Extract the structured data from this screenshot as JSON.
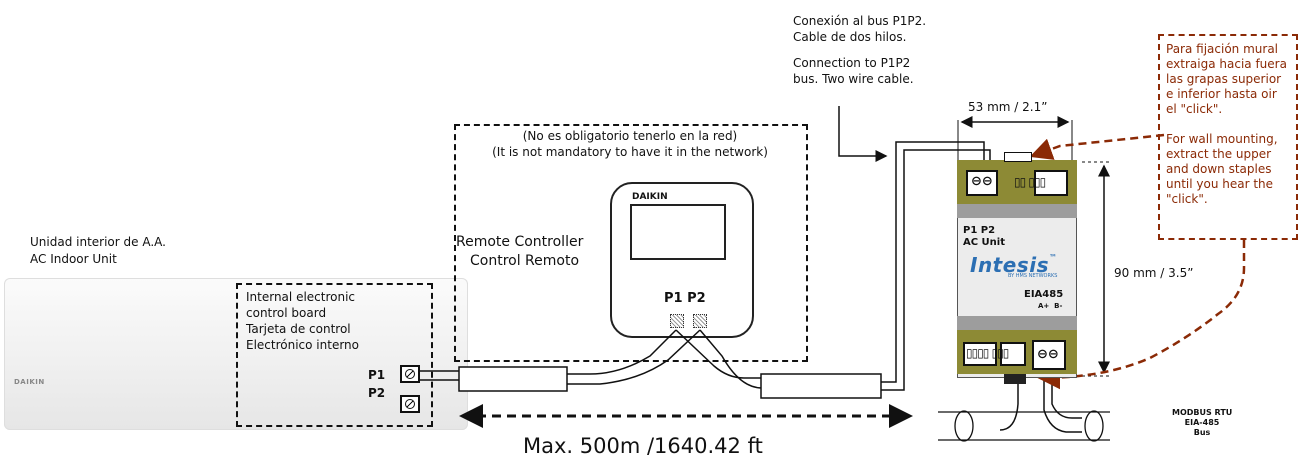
{
  "ac_unit": {
    "label_es": "Unidad interior de A.A.",
    "label_en": "AC Indoor Unit",
    "logo": "DAIKIN"
  },
  "board": {
    "lines": [
      "Internal electronic",
      "control board",
      "Tarjeta de control",
      "Electrónico interno"
    ],
    "terminal_p1": "P1",
    "terminal_p2": "P2"
  },
  "remote": {
    "note_es": "(No es obligatorio tenerlo en la red)",
    "note_en": "(It is not mandatory to have it in the network)",
    "label_en": "Remote Controller",
    "label_es": "Control Remoto",
    "brand": "DAIKIN",
    "terminals": "P1 P2"
  },
  "bus": {
    "label_es_1": "Conexión al bus P1P2.",
    "label_es_2": "Cable de dos hilos.",
    "label_en_1": "Connection to P1P2",
    "label_en_2": "bus. Two wire cable.",
    "max_length": "Max. 500m /1640.42 ft"
  },
  "device": {
    "width_dim": "53 mm / 2.1”",
    "height_dim": "90 mm / 3.5”",
    "port_label_1": "P1 P2",
    "port_label_2": "AC Unit",
    "brand": "Intesis",
    "brand_tm": "™",
    "brand_sub": "BY HMS NETWORKS",
    "eia_label": "EIA485",
    "eia_pins": "A+  B-"
  },
  "modbus": {
    "line1": "MODBUS RTU",
    "line2": "EIA-485",
    "line3": "Bus"
  },
  "note": {
    "es_lines": [
      "Para fijación mural",
      "extraiga hacia fuera",
      "las grapas superior",
      "e inferior hasta oir",
      "el \"click\"."
    ],
    "en_lines": [
      "For wall mounting,",
      "extract the upper",
      "and down staples",
      "until you hear the",
      "\"click\"."
    ]
  },
  "colors": {
    "device_olive": "#8d8a35",
    "brand_blue": "#2c6fb3",
    "note_brown": "#8b2a06"
  }
}
